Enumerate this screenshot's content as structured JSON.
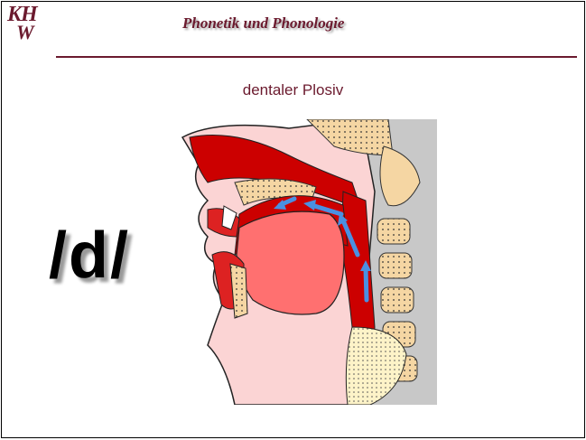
{
  "header": {
    "logo_line1": "KH",
    "logo_line2": "W",
    "title": "Phonetik und Phonologie"
  },
  "slide": {
    "subtitle": "dentaler Plosiv",
    "phoneme": "/d/"
  },
  "colors": {
    "accent": "#6b1a2e",
    "tissue_red": "#cc0000",
    "tongue": "#ff7070",
    "bone": "#f5d6a3",
    "arrow": "#4a90e2"
  }
}
